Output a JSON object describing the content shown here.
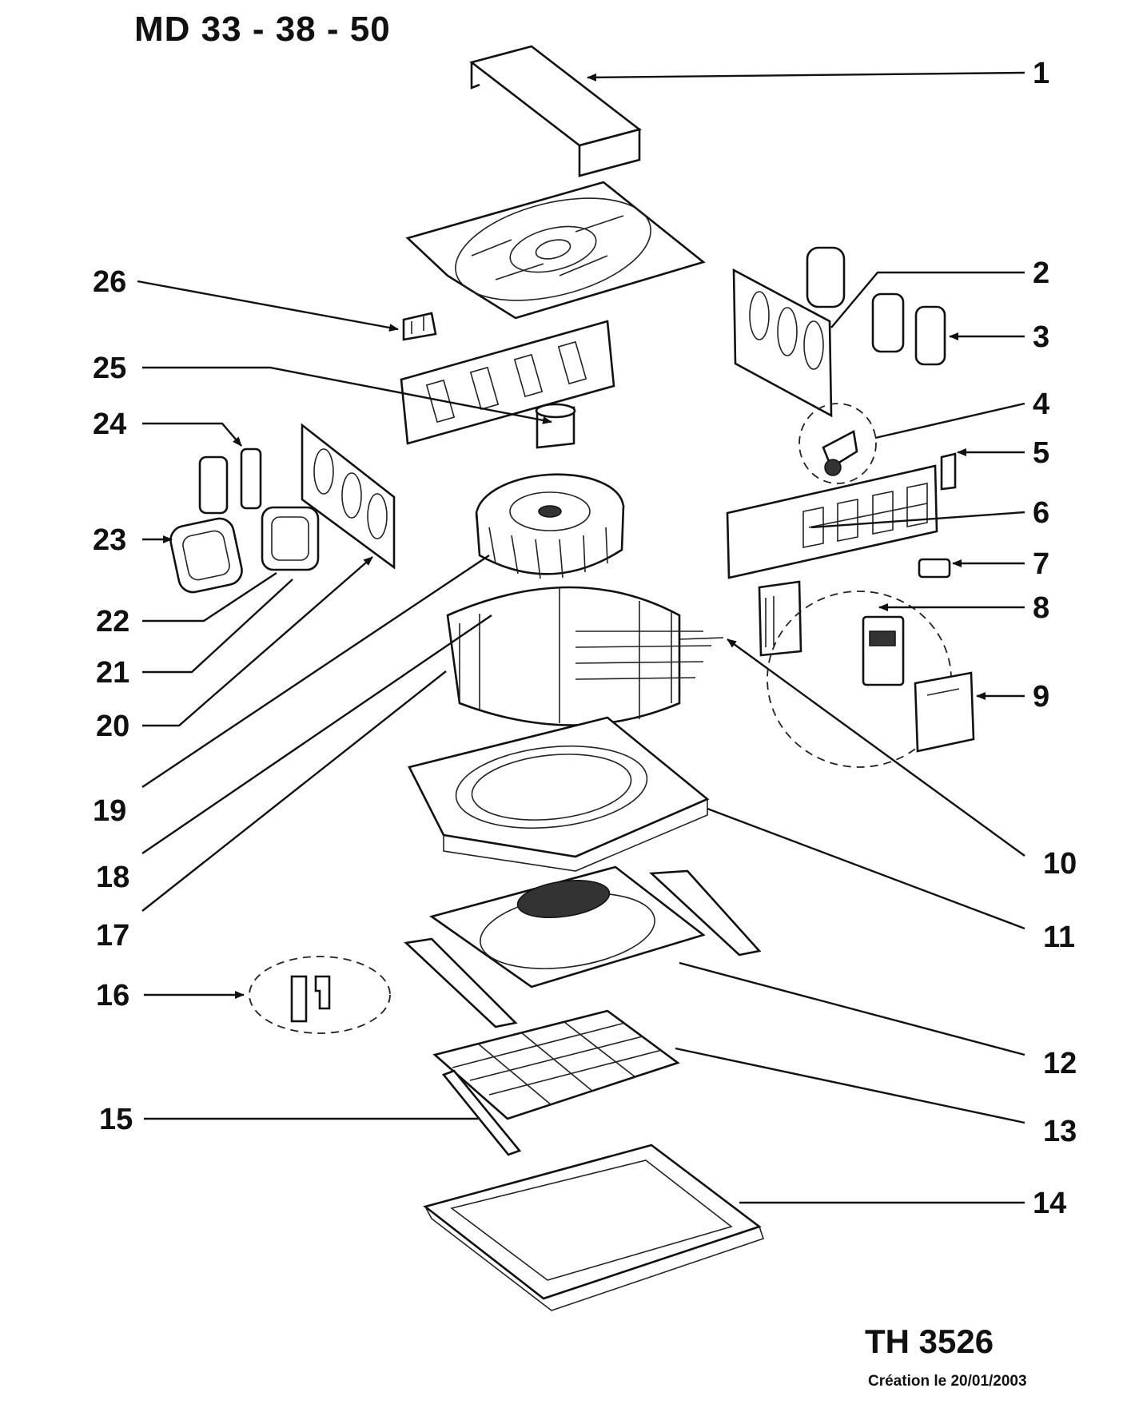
{
  "title": "MD 33 - 38 - 50",
  "reference": "TH 3526",
  "created": "Création le 20/01/2003",
  "callouts": [
    "1",
    "2",
    "3",
    "4",
    "5",
    "6",
    "7",
    "8",
    "9",
    "10",
    "11",
    "12",
    "13",
    "14",
    "15",
    "16",
    "17",
    "18",
    "19",
    "20",
    "21",
    "22",
    "23",
    "24",
    "25",
    "26"
  ]
}
